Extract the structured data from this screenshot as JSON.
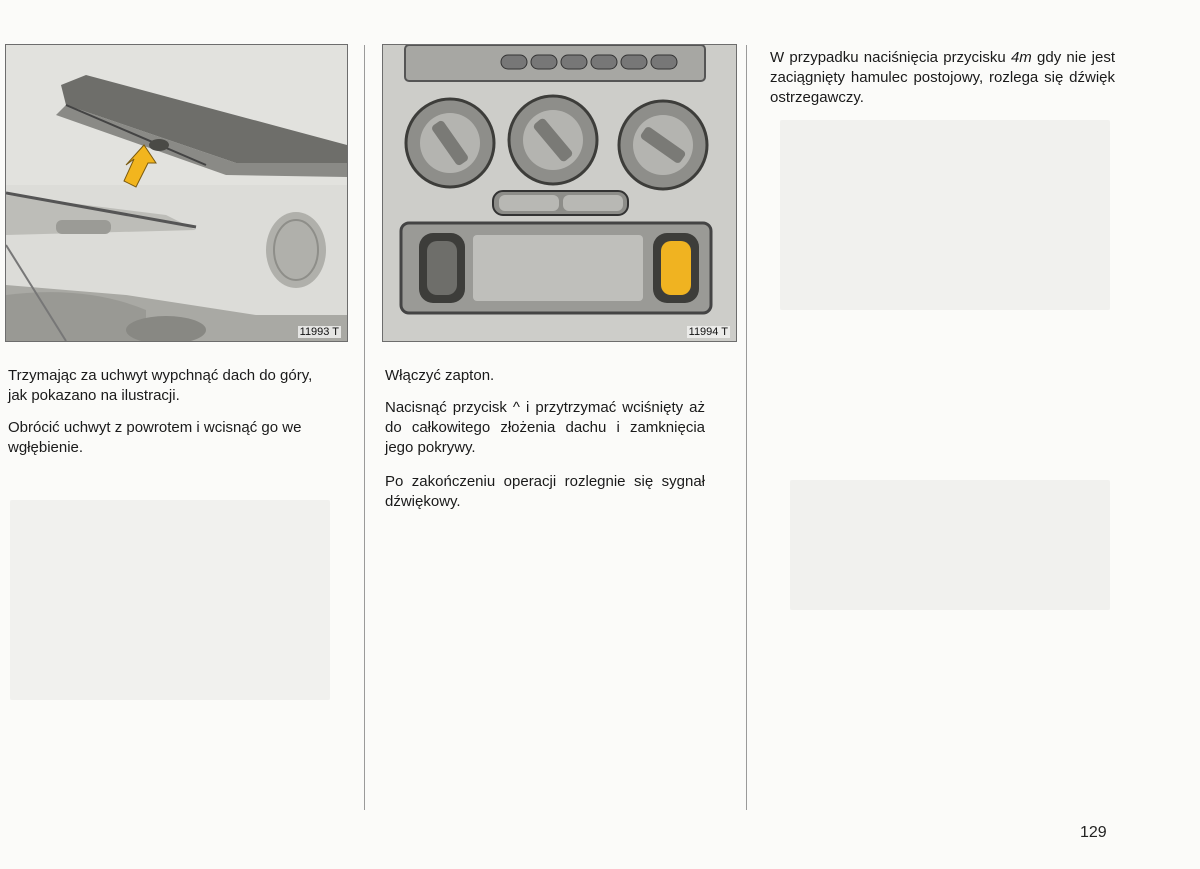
{
  "figures": {
    "left": {
      "code": "11993 T"
    },
    "middle": {
      "code": "11994 T"
    }
  },
  "column_left": {
    "para1": "Trzymając za uchwyt wypchnąć dach do góry, jak pokazano na ilustracji.",
    "para2": "Obrócić uchwyt z powrotem i wcisnąć go we wgłębienie."
  },
  "column_middle": {
    "para1": "Włączyć zapton.",
    "para2": "Nacisnąć przycisk ^ i przytrzymać wciśnięty aż do całkowitego złożenia dachu i zamknięcia jego pokrywy.",
    "para3": "Po zakończeniu operacji rozlegnie się sygnał dźwiękowy."
  },
  "column_right": {
    "para1_before": "W przypadku naciśnięcia przycisku ",
    "para1_em": "4m",
    "para1_after": " gdy nie jest zaciągnięty hamulec postojowy, rozlega się dźwięk ostrzegawczy."
  },
  "page_number": "129",
  "colors": {
    "arrow": "#f2b51e",
    "button_yellow": "#f0b321",
    "rule": "#9a9a9a"
  }
}
